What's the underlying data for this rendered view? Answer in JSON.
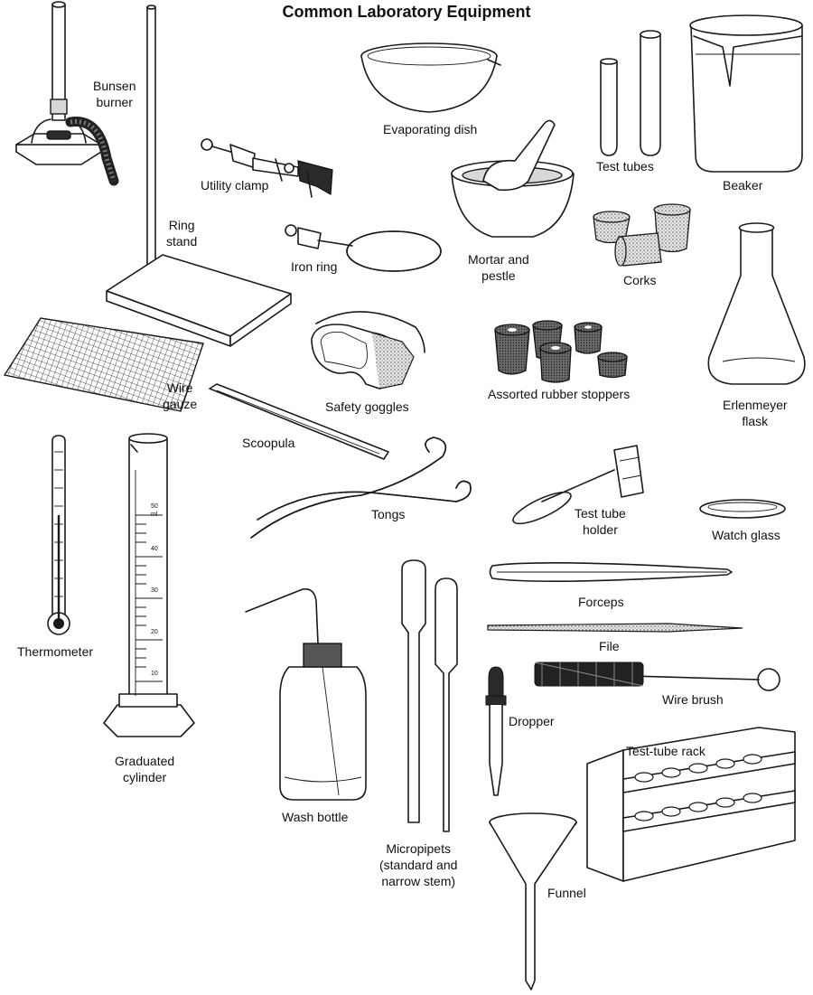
{
  "title": "Common Laboratory Equipment",
  "labels": {
    "bunsen_burner": [
      "Bunsen",
      "burner"
    ],
    "utility_clamp": "Utility clamp",
    "ring_stand": [
      "Ring",
      "stand"
    ],
    "iron_ring": "Iron ring",
    "evaporating_dish": "Evaporating dish",
    "mortar_pestle": [
      "Mortar and",
      "pestle"
    ],
    "test_tubes": "Test tubes",
    "beaker": "Beaker",
    "corks": "Corks",
    "erlenmeyer_flask": [
      "Erlenmeyer",
      "flask"
    ],
    "wire_gauze": [
      "Wire",
      "gauze"
    ],
    "safety_goggles": "Safety goggles",
    "rubber_stoppers": "Assorted rubber stoppers",
    "scoopula": "Scoopula",
    "tongs": "Tongs",
    "test_tube_holder": [
      "Test tube",
      "holder"
    ],
    "watch_glass": "Watch glass",
    "thermometer": "Thermometer",
    "graduated_cylinder": [
      "Graduated",
      "cylinder"
    ],
    "forceps": "Forceps",
    "file": "File",
    "wire_brush": "Wire brush",
    "dropper": "Dropper",
    "wash_bottle": "Wash bottle",
    "micropipets": [
      "Micropipets",
      "(standard and",
      "narrow stem)"
    ],
    "test_tube_rack": "Test-tube rack",
    "funnel": "Funnel"
  },
  "cylinder_scale": [
    "50",
    "ml",
    "40",
    "30",
    "20",
    "10"
  ]
}
